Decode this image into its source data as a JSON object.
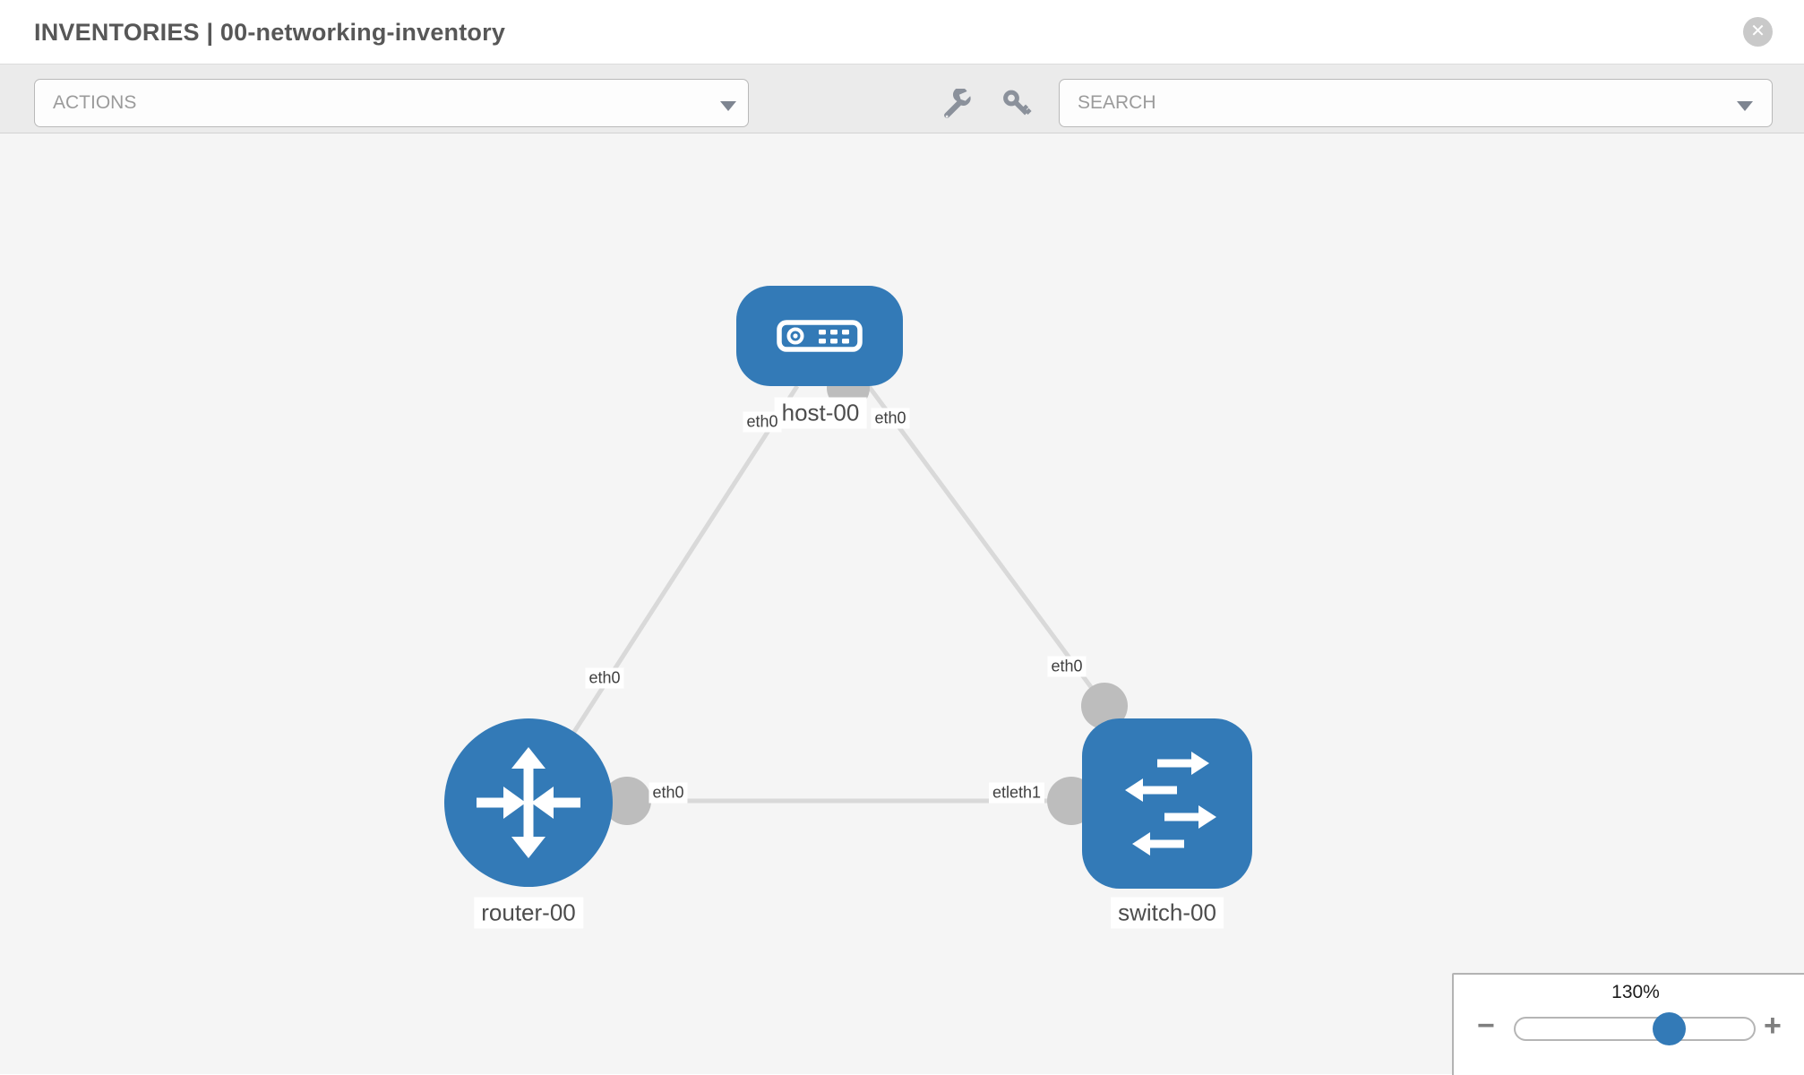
{
  "window": {
    "title": "INVENTORIES | 00-networking-inventory",
    "close_label": "✕"
  },
  "toolbar": {
    "actions_placeholder": "ACTIONS",
    "search_placeholder": "SEARCH",
    "icons": [
      "wrench-icon",
      "key-icon"
    ]
  },
  "topology": {
    "nodes": [
      {
        "id": "host-00",
        "label": "host-00",
        "type": "host",
        "icon": "host-device-icon"
      },
      {
        "id": "router-00",
        "label": "router-00",
        "type": "router",
        "icon": "router-arrows-icon"
      },
      {
        "id": "switch-00",
        "label": "switch-00",
        "type": "switch",
        "icon": "switch-arrows-icon"
      }
    ],
    "links": [
      {
        "from": "router-00",
        "to": "host-00",
        "from_interface": "eth0",
        "to_interface": "eth0"
      },
      {
        "from": "switch-00",
        "to": "host-00",
        "from_interface": "eth0",
        "to_interface": "eth0"
      },
      {
        "from": "router-00",
        "to": "switch-00",
        "from_interface": "eth0",
        "to_interface": "etleth1"
      }
    ]
  },
  "zoom_control": {
    "level": "130%",
    "minus_label": "−",
    "plus_label": "+"
  },
  "colors": {
    "node_fill": "#337ab7",
    "link_line": "#d9d9d9",
    "connector": "#bdbdbd",
    "canvas_bg": "#f5f5f5",
    "toolbar_bg": "#ebebeb",
    "accent_thumb": "#337ab7"
  }
}
